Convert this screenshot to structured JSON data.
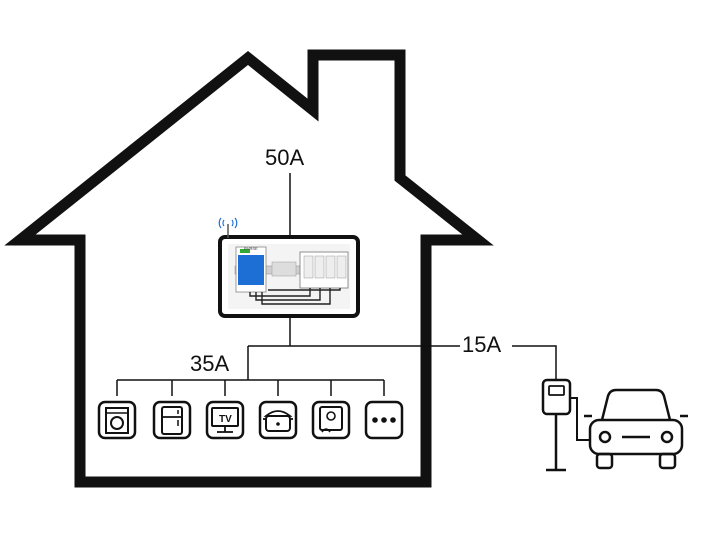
{
  "labels": {
    "main_current": "50A",
    "appliance_current": "35A",
    "charger_current": "15A"
  },
  "panel_label_text": "RVRSE",
  "appliances": [
    {
      "name": "washing-machine-icon"
    },
    {
      "name": "refrigerator-icon"
    },
    {
      "name": "tv-icon",
      "text": "TV"
    },
    {
      "name": "rice-cooker-icon"
    },
    {
      "name": "water-heater-icon"
    },
    {
      "name": "more-icon"
    }
  ],
  "colors": {
    "line": "#111111",
    "panel_blue": "#1d6fd6",
    "panel_gray": "#e6e6e6"
  }
}
